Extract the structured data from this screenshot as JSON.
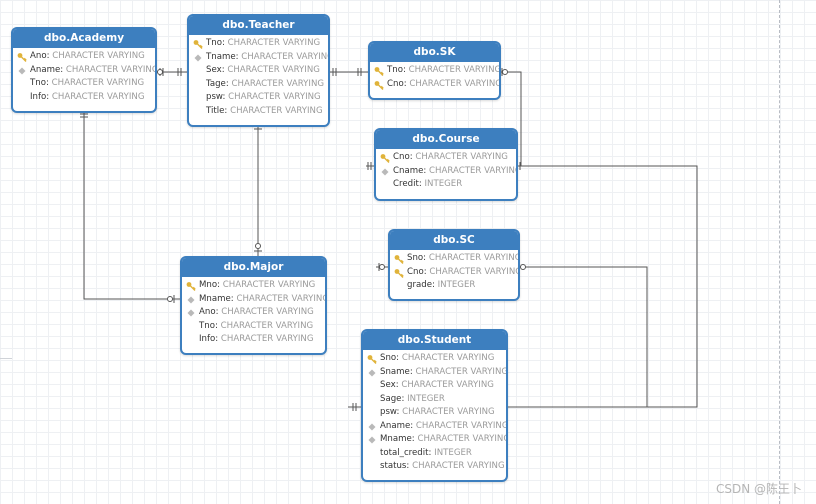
{
  "entities": {
    "academy": {
      "title": "dbo.Academy",
      "fields": [
        {
          "name": "Ano",
          "type": "CHARACTER VARYING",
          "icon": "key"
        },
        {
          "name": "Aname",
          "type": "CHARACTER VARYING",
          "icon": "diamond"
        },
        {
          "name": "Tno",
          "type": "CHARACTER VARYING",
          "icon": "none"
        },
        {
          "name": "Info",
          "type": "CHARACTER VARYING",
          "icon": "none"
        }
      ]
    },
    "teacher": {
      "title": "dbo.Teacher",
      "fields": [
        {
          "name": "Tno",
          "type": "CHARACTER VARYING",
          "icon": "key"
        },
        {
          "name": "Tname",
          "type": "CHARACTER VARYING",
          "icon": "diamond"
        },
        {
          "name": "Sex",
          "type": "CHARACTER VARYING",
          "icon": "none"
        },
        {
          "name": "Tage",
          "type": "CHARACTER VARYING",
          "icon": "none"
        },
        {
          "name": "psw",
          "type": "CHARACTER VARYING",
          "icon": "none"
        },
        {
          "name": "Title",
          "type": "CHARACTER VARYING",
          "icon": "none"
        }
      ]
    },
    "sk": {
      "title": "dbo.SK",
      "fields": [
        {
          "name": "Tno",
          "type": "CHARACTER VARYING",
          "icon": "key"
        },
        {
          "name": "Cno",
          "type": "CHARACTER VARYING",
          "icon": "key"
        }
      ]
    },
    "course": {
      "title": "dbo.Course",
      "fields": [
        {
          "name": "Cno",
          "type": "CHARACTER VARYING",
          "icon": "key"
        },
        {
          "name": "Cname",
          "type": "CHARACTER VARYING",
          "icon": "diamond"
        },
        {
          "name": "Credit",
          "type": "INTEGER",
          "icon": "none"
        }
      ]
    },
    "sc": {
      "title": "dbo.SC",
      "fields": [
        {
          "name": "Sno",
          "type": "CHARACTER VARYING",
          "icon": "key"
        },
        {
          "name": "Cno",
          "type": "CHARACTER VARYING",
          "icon": "key"
        },
        {
          "name": "grade",
          "type": "INTEGER",
          "icon": "none"
        }
      ]
    },
    "major": {
      "title": "dbo.Major",
      "fields": [
        {
          "name": "Mno",
          "type": "CHARACTER VARYING",
          "icon": "key"
        },
        {
          "name": "Mname",
          "type": "CHARACTER VARYING",
          "icon": "diamond"
        },
        {
          "name": "Ano",
          "type": "CHARACTER VARYING",
          "icon": "diamond"
        },
        {
          "name": "Tno",
          "type": "CHARACTER VARYING",
          "icon": "none"
        },
        {
          "name": "Info",
          "type": "CHARACTER VARYING",
          "icon": "none"
        }
      ]
    },
    "student": {
      "title": "dbo.Student",
      "fields": [
        {
          "name": "Sno",
          "type": "CHARACTER VARYING",
          "icon": "key"
        },
        {
          "name": "Sname",
          "type": "CHARACTER VARYING",
          "icon": "diamond"
        },
        {
          "name": "Sex",
          "type": "CHARACTER VARYING",
          "icon": "none"
        },
        {
          "name": "Sage",
          "type": "INTEGER",
          "icon": "none"
        },
        {
          "name": "psw",
          "type": "CHARACTER VARYING",
          "icon": "none"
        },
        {
          "name": "Aname",
          "type": "CHARACTER VARYING",
          "icon": "diamond"
        },
        {
          "name": "Mname",
          "type": "CHARACTER VARYING",
          "icon": "diamond"
        },
        {
          "name": "total_credit",
          "type": "INTEGER",
          "icon": "none"
        },
        {
          "name": "status",
          "type": "CHARACTER VARYING",
          "icon": "none"
        }
      ]
    }
  },
  "watermark": "CSDN @陈王卜",
  "colors": {
    "header": "#3d7fbf",
    "line": "#555555",
    "key": "#e0b33a",
    "diamond": "#b9b9b9"
  }
}
